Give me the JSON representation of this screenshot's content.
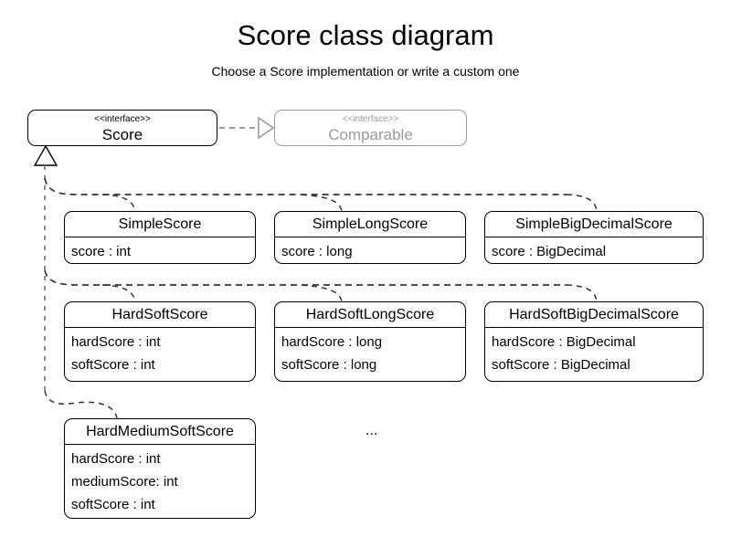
{
  "page": {
    "title": "Score class diagram",
    "subtitle": "Choose a Score implementation or write a custom one",
    "ellipsis": "..."
  },
  "colors": {
    "stroke": "#000000",
    "muted_stroke": "#9a9a9a",
    "background": "#ffffff",
    "inheritance_line": "#8a8a8a",
    "realization_line": "#9a9a9a"
  },
  "interfaces": {
    "score": {
      "stereotype": "<<interface>>",
      "name": "Score"
    },
    "comparable": {
      "stereotype": "<<interface>>",
      "name": "Comparable"
    }
  },
  "classes": [
    {
      "id": "simple-score",
      "name": "SimpleScore",
      "attributes": [
        "score : int"
      ]
    },
    {
      "id": "simple-long-score",
      "name": "SimpleLongScore",
      "attributes": [
        "score : long"
      ]
    },
    {
      "id": "simple-big-decimal-score",
      "name": "SimpleBigDecimalScore",
      "attributes": [
        "score : BigDecimal"
      ]
    },
    {
      "id": "hard-soft-score",
      "name": "HardSoftScore",
      "attributes": [
        "hardScore : int",
        "softScore : int"
      ]
    },
    {
      "id": "hard-soft-long-score",
      "name": "HardSoftLongScore",
      "attributes": [
        "hardScore : long",
        "softScore : long"
      ]
    },
    {
      "id": "hard-soft-big-decimal-score",
      "name": "HardSoftBigDecimalScore",
      "attributes": [
        "hardScore : BigDecimal",
        "softScore : BigDecimal"
      ]
    },
    {
      "id": "hard-medium-soft-score",
      "name": "HardMediumSoftScore",
      "attributes": [
        "hardScore : int",
        "mediumScore: int",
        "softScore : int"
      ]
    }
  ],
  "relationships": {
    "realization": {
      "from": "Score",
      "to": "Comparable",
      "style": "dashed-hollow-triangle"
    },
    "generalization": {
      "to": "Score",
      "style": "dashed-hollow-triangle",
      "from": [
        "SimpleScore",
        "SimpleLongScore",
        "SimpleBigDecimalScore",
        "HardSoftScore",
        "HardSoftLongScore",
        "HardSoftBigDecimalScore",
        "HardMediumSoftScore"
      ]
    }
  }
}
